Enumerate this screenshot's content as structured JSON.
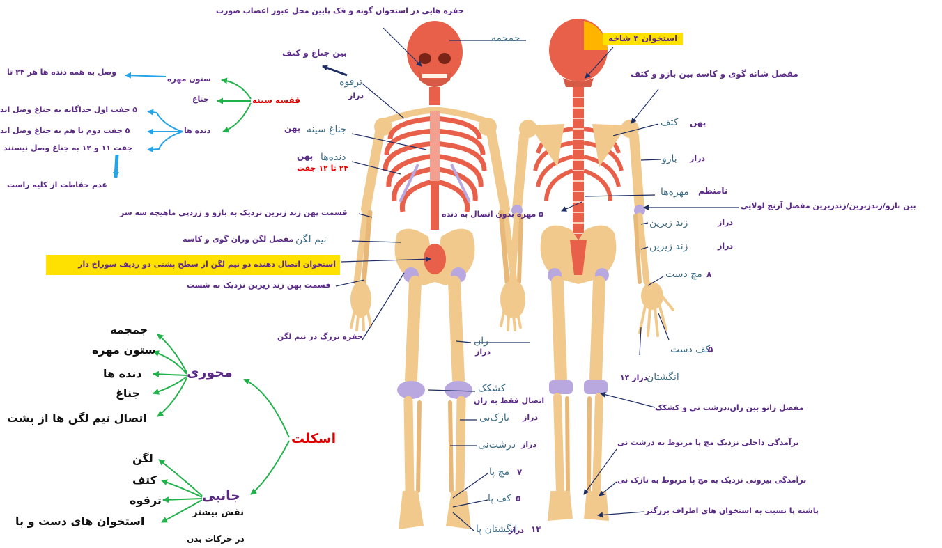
{
  "colors": {
    "bone": "#f1c98c",
    "bone_dark": "#cf9a55",
    "red_bone": "#e8604a",
    "cartilage": "#b9a8e0",
    "highlight": "#ffe100",
    "arrow_dark": "#1f2f66",
    "arrow_blue": "#24a3e6",
    "arrow_green": "#22b24c",
    "purple": "#5b2a86",
    "teal": "#3d6d86"
  },
  "top": {
    "face_note": "حفره هایی در استخوان گونه و فک پایین محل عبور اعصاب صورت",
    "skull": "جمجمه",
    "skull_back": "استخوان ۴ شاخه",
    "between_sternum_shoulder": "بین جناغ و کتف",
    "shoulder_joint": "مفصل شانه گوی و کاسه بین بازو و کتف"
  },
  "front": {
    "clavicle": "ترقوه",
    "clavicle_type": "دراز",
    "sternum": "جناغ سینه",
    "sternum_type": "پهن",
    "ribs": "دنده‌ها",
    "ribs_type": "پهن",
    "ribs_count": "۲۴ تا ۱۲ جفت",
    "radius_upper": "قسمت پهن زند زبرین نزدیک به بازو و زردپی ماهیچه سه سر",
    "pelvis": "نیم لگن",
    "pelvis_joint": "مفصل لگن وران گوی و کاسه",
    "sacrum_note": "استخوان اتصال دهنده دو نیم لگن از سطح پشتی دو ردیف سوراخ دار",
    "ulna_lower": "قسمت پهن زند زیرین نزدیک به شست",
    "hip_socket": "حفره بزرگ در نیم لگن",
    "femur": "ران",
    "femur_type": "دراز",
    "patella": "کشکک",
    "patella_note": "اتصال فقط به ران",
    "fibula": "نازک‌نی",
    "fibula_type": "دراز",
    "tibia": "درشت‌نی",
    "tibia_type": "دراز",
    "ankle": "مچ پا",
    "ankle_count": "۷",
    "sole": "کف پا",
    "sole_count": "۵",
    "toes": "انگشتان پا",
    "toes_count": "۱۴",
    "toes_type": "دراز"
  },
  "back": {
    "scapula": "کتف",
    "scapula_type": "پهن",
    "humerus": "بازو",
    "humerus_type": "دراز",
    "vertebrae": "مهره‌ها",
    "vertebrae_type": "نامنظم",
    "sacral": "۵ مهره بدون اتصال به دنده",
    "elbow": "بین بازو/زندزبرین/زندزیرین مفصل آرنج لولایی",
    "radius": "زند زبرین",
    "radius_type": "دراز",
    "ulna": "زند زیرین",
    "ulna_type": "دراز",
    "wrist": "مچ دست",
    "wrist_count": "۸",
    "palm": "کف دست",
    "palm_count": "۵",
    "fingers": "انگشتان",
    "fingers_type": "دراز ۱۴",
    "knee_joint": "مفصل زانو بین ران،درشت نی و کشکک",
    "inner_ankle": "برآمدگی داخلی نزدیک مچ پا مربوط به درشت نی",
    "outer_ankle": "برآمدگی بیرونی نزدیک به مچ پا مربوط به نازک نی",
    "heel": "پاشنه پا نسبت به استخوان های اطراف بزرگتر"
  },
  "ribcage": {
    "title": "قفسه سینه",
    "spine": "ستون مهره",
    "spine_note": "وصل به همه دنده ها هر ۲۴ تا",
    "sternum": "جناغ",
    "ribs": "دنده ها",
    "rib_note_1": "۵ جفت اول جداگانه به جناغ وصل اند",
    "rib_note_2": "۵ جفت دوم با هم به جناغ وصل اند",
    "rib_note_3": "جفت ۱۱ و ۱۲ به جناغ وصل نیستند",
    "rib_note_4": "عدم حفاظت از کلیه راست"
  },
  "skeleton_map": {
    "root": "اسکلت",
    "axial": "محوری",
    "axial_items": [
      "جمجمه",
      "ستون مهره",
      "دنده ها",
      "جناغ",
      "اتصال نیم لگن ها از پشت"
    ],
    "appendicular": "جانبی",
    "appendicular_items": [
      "لگن",
      "کتف",
      "ترقوه",
      "استخوان های دست و پا"
    ],
    "appendicular_note_1": "نقش بیشتر",
    "appendicular_note_2": "در حرکات بدن"
  }
}
